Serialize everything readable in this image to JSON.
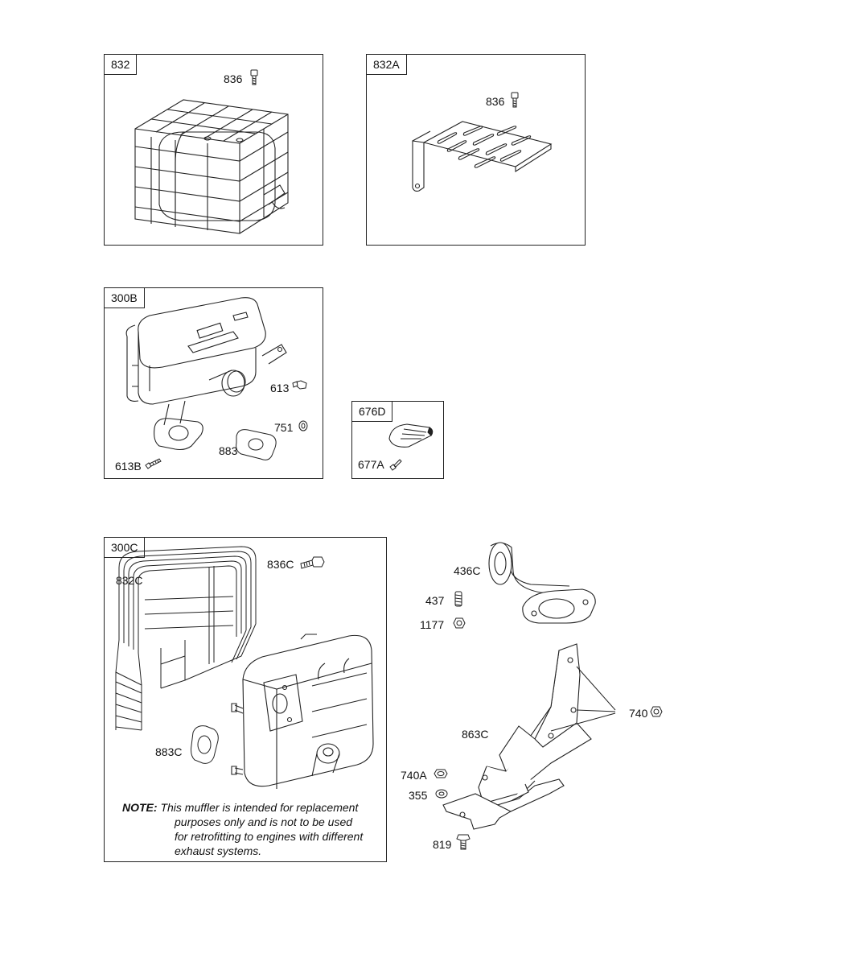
{
  "panels": {
    "p832": {
      "tag": "832",
      "callouts": {
        "bolt": "836"
      }
    },
    "p832a": {
      "tag": "832A",
      "callouts": {
        "bolt": "836"
      }
    },
    "p300b": {
      "tag": "300B",
      "callouts": {
        "screw": "613",
        "washer": "751",
        "gasket": "883",
        "bolt": "613B"
      }
    },
    "p676d": {
      "tag": "676D",
      "callouts": {
        "screw": "677A"
      }
    },
    "p300c": {
      "tag": "300C",
      "callouts": {
        "bolt": "836C",
        "guard": "832C",
        "gasket": "883C"
      },
      "note": {
        "key": "NOTE:",
        "line1": "This muffler is intended for replacement",
        "line2": "purposes only and is not to be used",
        "line3": "for retrofitting to engines with different",
        "line4": "exhaust systems."
      }
    }
  },
  "loose_parts": {
    "elbow": "436C",
    "stud": "437",
    "nut_small": "1177",
    "nut_740": "740",
    "bracket": "863C",
    "nut_740a": "740A",
    "washer": "355",
    "bolt": "819"
  }
}
